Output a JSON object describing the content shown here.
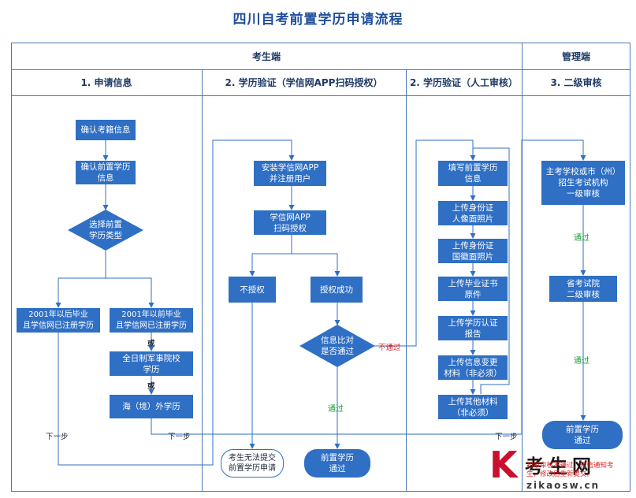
{
  "title": "四川自考前置学历申请流程",
  "header": {
    "student": "考生端",
    "admin": "管理端"
  },
  "columns": {
    "c1": "1. 申请信息",
    "c2": "2. 学历验证（学信网APP扫码授权）",
    "c3": "2. 学历验证（人工审核）",
    "c4": "3. 二级审核"
  },
  "col1": {
    "confirm_exam": "确认考籍信息",
    "confirm_prior": "确认前置学历\n信息",
    "choose_type": "选择前置\n学历类型",
    "after_2001": "2001年以后毕业\n且学信网已注册学历",
    "before_2001": "2001年以前毕业\n且学信网已注册学历",
    "military": "全日制军事院校\n学历",
    "overseas": "海（境）外学历",
    "or1": "或",
    "or2": "或",
    "next1": "下一步",
    "next2": "下一步"
  },
  "col2": {
    "install_app": "安装学信网APP\n并注册用户",
    "scan_auth": "学信网APP\n扫码授权",
    "no_auth": "不授权",
    "auth_ok": "授权成功",
    "compare": "信息比对\n是否通过",
    "fail": "不通过",
    "pass": "通过",
    "cannot_submit": "考生无法提交\n前置学历申请",
    "prior_pass": "前置学历\n通过"
  },
  "col3": {
    "fill": "填写前置学历\n信息",
    "id_front": "上传身份证\n人像面照片",
    "id_back": "上传身份证\n国徽面照片",
    "diploma": "上传毕业证书\n原件",
    "cert_report": "上传学历认证\n报告",
    "change_material": "上传信息变更\n材料（非必须）",
    "other_material": "上传其他材料\n（非必须）",
    "next": "下一步"
  },
  "col4": {
    "level1": "主考学校或市（州）\n招生考试机构\n一级审核",
    "pass1": "通过",
    "level2": "省考试院\n二级审核",
    "pass2": "通过",
    "final": "前置学历\n通过"
  },
  "watermark": {
    "note": "初审审核不通过，短信通知考\n生，修改后重新提交。",
    "logo_letter": "K",
    "logo_text": "考生网",
    "site": "zikaosw.cn"
  },
  "colors": {
    "box": "#2f6fc4",
    "border": "#4a78b8",
    "title": "#1f4e9c",
    "pass": "#17a035",
    "fail": "#e02424"
  }
}
